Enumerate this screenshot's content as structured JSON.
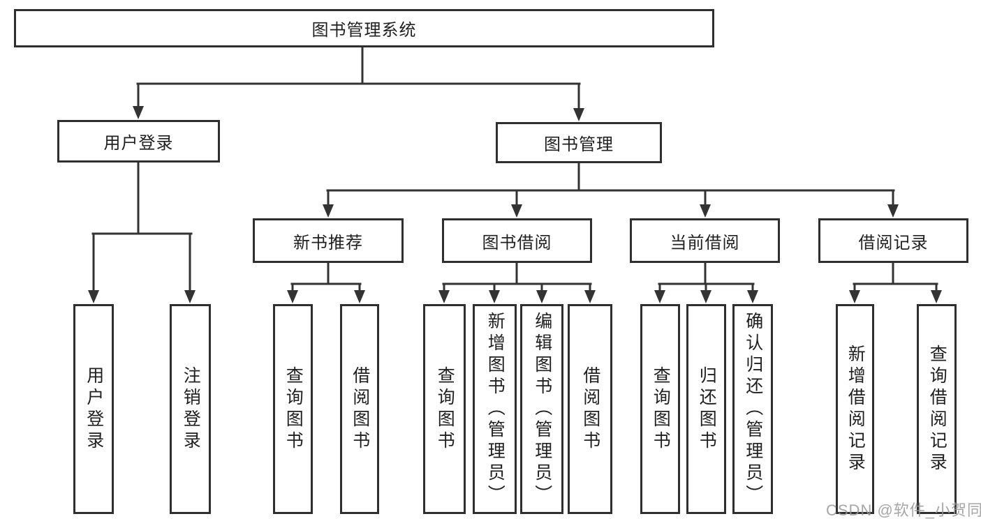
{
  "tree": {
    "root": {
      "label": "图书管理系统"
    },
    "children": [
      {
        "label": "用户登录",
        "children": [
          {
            "label": "用户登录"
          },
          {
            "label": "注销登录"
          }
        ]
      },
      {
        "label": "图书管理",
        "children": [
          {
            "label": "新书推荐",
            "children": [
              {
                "label": "查询图书"
              },
              {
                "label": "借阅图书"
              }
            ]
          },
          {
            "label": "图书借阅",
            "children": [
              {
                "label": "查询图书"
              },
              {
                "label": "新增图书（管理员）"
              },
              {
                "label": "编辑图书（管理员）"
              },
              {
                "label": "借阅图书"
              }
            ]
          },
          {
            "label": "当前借阅",
            "children": [
              {
                "label": "查询图书"
              },
              {
                "label": "归还图书"
              },
              {
                "label": "确认归还（管理员）"
              }
            ]
          },
          {
            "label": "借阅记录",
            "children": [
              {
                "label": "新增借阅记录"
              },
              {
                "label": "查询借阅记录"
              }
            ]
          }
        ]
      }
    ]
  },
  "watermark": {
    "text": "CSDN @软件_小贺同学"
  },
  "colors": {
    "line": "#333333",
    "box_border": "#2f2f2f",
    "text": "#1f1f1f",
    "watermark": "#969696",
    "background": "#ffffff"
  }
}
